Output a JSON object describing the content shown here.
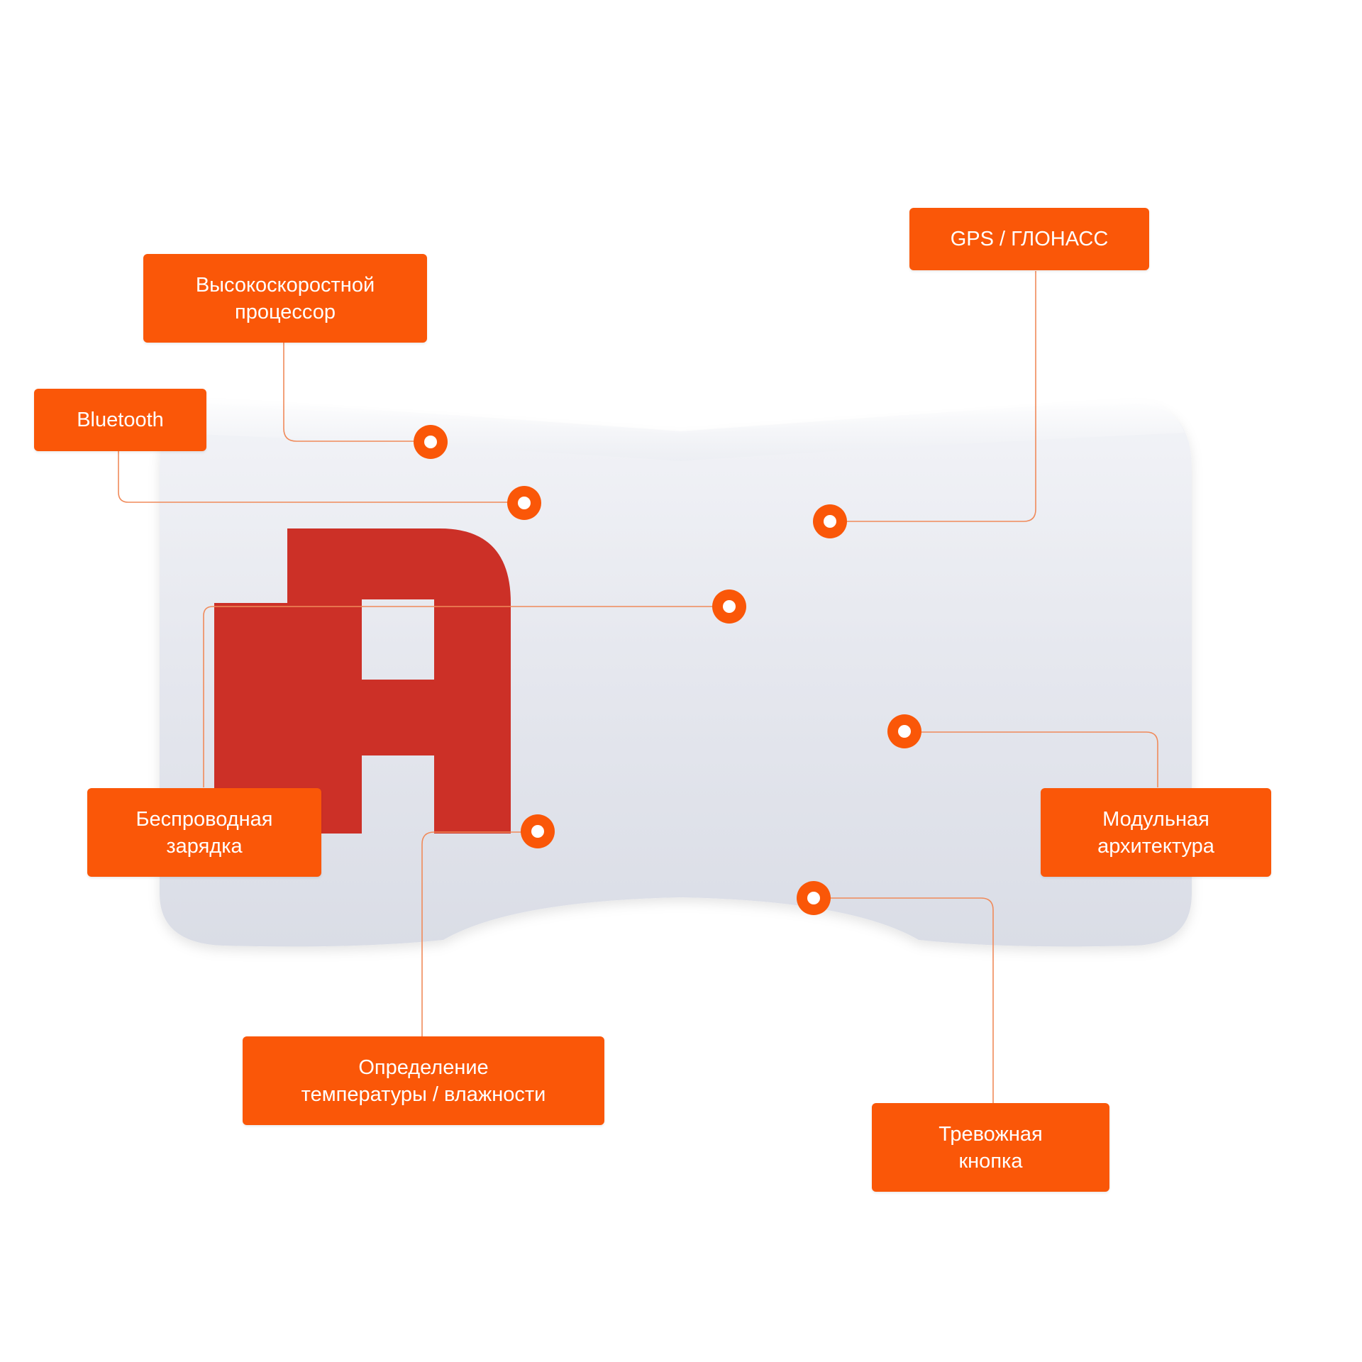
{
  "colors": {
    "accent": "#fa5708",
    "logo_red": "#cc3027",
    "device_body": "#e6e8ef",
    "connector_line": "#f08a5a"
  },
  "labels": {
    "processor": "Высокоскоростной\nпроцессор",
    "bluetooth": "Bluetooth",
    "gps": "GPS / ГЛОНАСС",
    "wireless_charging": "Беспроводная\nзарядка",
    "modular_architecture": "Модульная\nархитектура",
    "temperature_humidity": "Определение\nтемпературы / влажности",
    "panic_button": "Тревожная\nкнопка"
  }
}
